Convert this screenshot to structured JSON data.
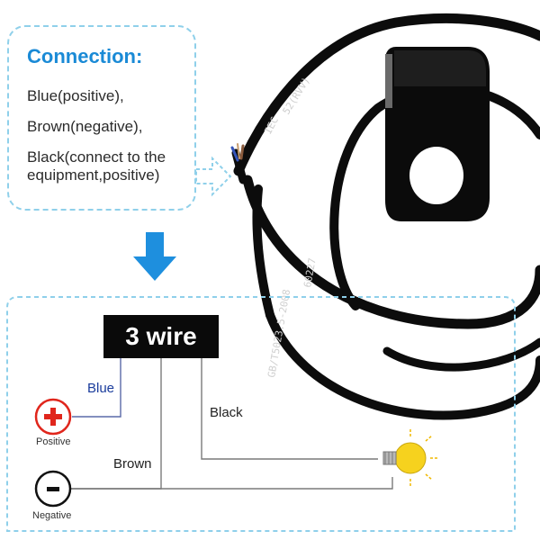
{
  "connection": {
    "title": "Connection:",
    "lines": [
      "Blue(positive),",
      "Brown(negative),",
      "Black(connect to the",
      "equipment,positive)"
    ]
  },
  "cable": {
    "printed_text_1": "52(RVV)",
    "printed_text_2": "IEC",
    "printed_text_3": "GB/T5023.5-2008",
    "printed_text_4": "60227"
  },
  "diagram": {
    "title": "3 wire",
    "wire_blue": "Blue",
    "wire_black": "Black",
    "wire_brown": "Brown",
    "positive_label": "Positive",
    "negative_label": "Negative",
    "positive_symbol": "+",
    "negative_symbol": "−"
  },
  "colors": {
    "accent_blue": "#1a8ad6",
    "dashed_border": "#8fd0ea",
    "positive_red": "#e0261c",
    "bulb_yellow": "#f6d21e",
    "wire_blue": "#3554b8",
    "wire_brown": "#8a5a3c"
  },
  "icons": [
    "arrow-down-icon",
    "plus-circle-icon",
    "minus-circle-icon",
    "light-bulb-icon"
  ]
}
